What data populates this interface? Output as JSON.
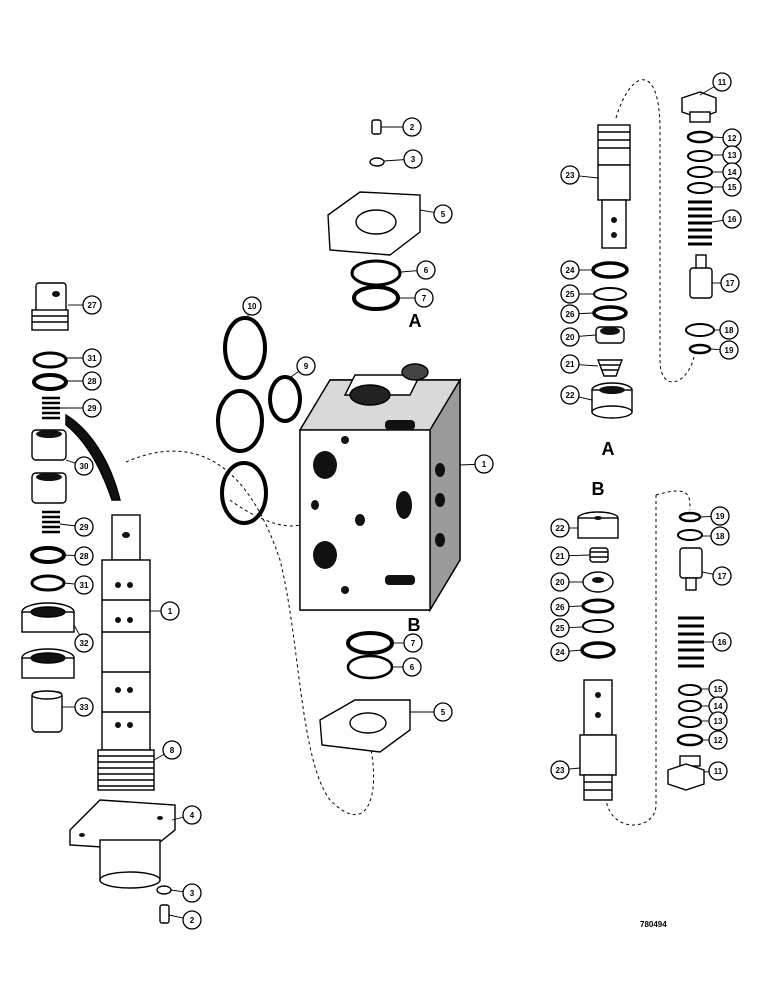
{
  "section_labels": {
    "a_top": "A",
    "a_bottom": "A",
    "b_top": "B",
    "b_bottom": "B"
  },
  "reference_code": "780494",
  "callouts": [
    {
      "id": "c2a",
      "num": "2"
    },
    {
      "id": "c3a",
      "num": "3"
    },
    {
      "id": "c5a",
      "num": "5"
    },
    {
      "id": "c6a",
      "num": "6"
    },
    {
      "id": "c7a",
      "num": "7"
    },
    {
      "id": "c10",
      "num": "10"
    },
    {
      "id": "c9",
      "num": "9"
    },
    {
      "id": "c1body",
      "num": "1"
    },
    {
      "id": "c7b",
      "num": "7"
    },
    {
      "id": "c6b",
      "num": "6"
    },
    {
      "id": "c5b",
      "num": "5"
    },
    {
      "id": "c27",
      "num": "27"
    },
    {
      "id": "c31a",
      "num": "31"
    },
    {
      "id": "c28a",
      "num": "28"
    },
    {
      "id": "c29a",
      "num": "29"
    },
    {
      "id": "c30",
      "num": "30"
    },
    {
      "id": "c29b",
      "num": "29"
    },
    {
      "id": "c28b",
      "num": "28"
    },
    {
      "id": "c31b",
      "num": "31"
    },
    {
      "id": "c32",
      "num": "32"
    },
    {
      "id": "c33",
      "num": "33"
    },
    {
      "id": "c1spool",
      "num": "1"
    },
    {
      "id": "c8",
      "num": "8"
    },
    {
      "id": "c4",
      "num": "4"
    },
    {
      "id": "c3b",
      "num": "3"
    },
    {
      "id": "c2b",
      "num": "2"
    },
    {
      "id": "c11a",
      "num": "11"
    },
    {
      "id": "c12a",
      "num": "12"
    },
    {
      "id": "c13a",
      "num": "13"
    },
    {
      "id": "c14a",
      "num": "14"
    },
    {
      "id": "c15a",
      "num": "15"
    },
    {
      "id": "c16a",
      "num": "16"
    },
    {
      "id": "c17a",
      "num": "17"
    },
    {
      "id": "c18a",
      "num": "18"
    },
    {
      "id": "c19a",
      "num": "19"
    },
    {
      "id": "c23a",
      "num": "23"
    },
    {
      "id": "c24a",
      "num": "24"
    },
    {
      "id": "c25a",
      "num": "25"
    },
    {
      "id": "c26a",
      "num": "26"
    },
    {
      "id": "c20a",
      "num": "20"
    },
    {
      "id": "c21a",
      "num": "21"
    },
    {
      "id": "c22a",
      "num": "22"
    },
    {
      "id": "c19b",
      "num": "19"
    },
    {
      "id": "c18b",
      "num": "18"
    },
    {
      "id": "c17b",
      "num": "17"
    },
    {
      "id": "c16b",
      "num": "16"
    },
    {
      "id": "c15b",
      "num": "15"
    },
    {
      "id": "c14b",
      "num": "14"
    },
    {
      "id": "c13b",
      "num": "13"
    },
    {
      "id": "c12b",
      "num": "12"
    },
    {
      "id": "c11b",
      "num": "11"
    },
    {
      "id": "c22b",
      "num": "22"
    },
    {
      "id": "c21b",
      "num": "21"
    },
    {
      "id": "c20b",
      "num": "20"
    },
    {
      "id": "c26b",
      "num": "26"
    },
    {
      "id": "c25b",
      "num": "25"
    },
    {
      "id": "c24b",
      "num": "24"
    },
    {
      "id": "c23b",
      "num": "23"
    }
  ]
}
